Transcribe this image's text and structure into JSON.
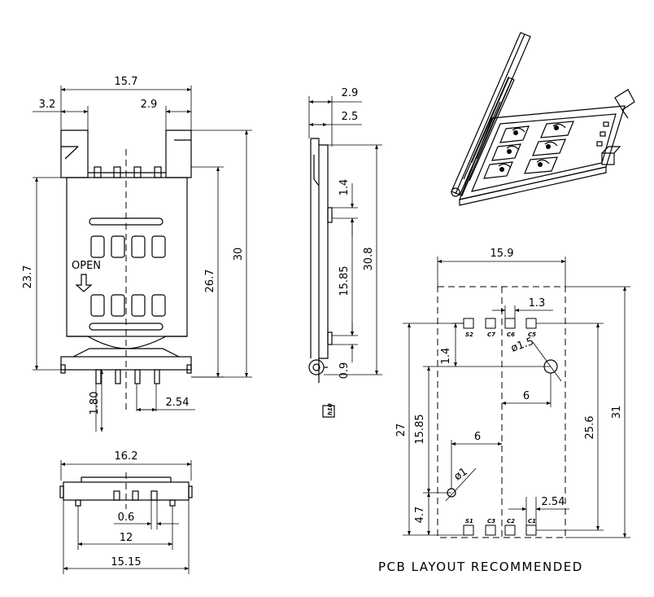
{
  "front_view": {
    "dim_width": "15.7",
    "dim_left_offset": "3.2",
    "dim_right_offset": "2.9",
    "dim_height_body": "23.7",
    "dim_height_inner": "26.7",
    "dim_height_total": "30",
    "dim_pin_length": "1.80",
    "dim_pin_pitch": "2.54",
    "open_label": "OPEN"
  },
  "side_view": {
    "dim_top_a": "2.9",
    "dim_top_b": "2.5",
    "dim_1_4": "1.4",
    "dim_15_85": "15.85",
    "dim_0_9": "0.9",
    "dim_30_8": "30.8",
    "tag": "h10"
  },
  "bottom_view": {
    "dim_width": "16.2",
    "dim_pin_width": "0.6",
    "dim_pin_span": "12",
    "dim_base": "15.15"
  },
  "pcb_layout": {
    "dim_width": "15.9",
    "dim_pitch_top": "1.3",
    "dim_hole_large": "ø1.5",
    "dim_offset_top": "1.4",
    "dim_hole_x1": "6",
    "dim_hole_x2": "6",
    "dim_vert_15_85": "15.85",
    "dim_vert_27": "27",
    "dim_vert_25_6": "25.6",
    "dim_vert_31": "31",
    "dim_hole_small": "ø1",
    "dim_vert_4_7": "4.7",
    "dim_pitch_bottom": "2.54",
    "pins_top": [
      "S2",
      "C7",
      "C6",
      "C5"
    ],
    "pins_bottom": [
      "S1",
      "C3",
      "C2",
      "C1"
    ],
    "caption": "PCB LAYOUT RECOMMENDED"
  }
}
